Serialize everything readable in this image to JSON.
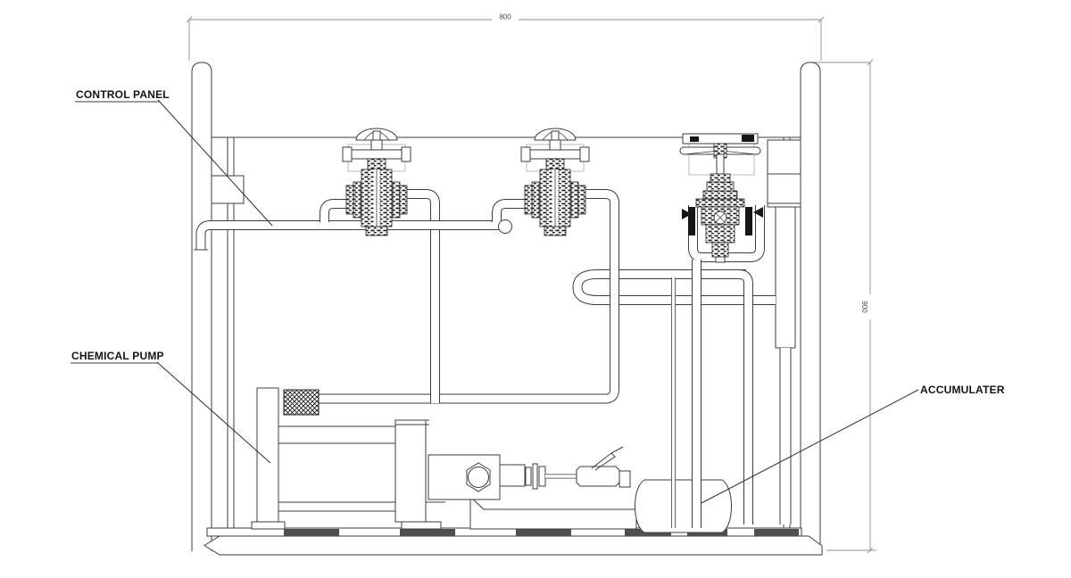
{
  "drawing": {
    "labels": {
      "control_panel": "CONTROL PANEL",
      "chemical_pump": "CHEMICAL PUMP",
      "accumulator": "ACCUMULATER"
    },
    "dimensions": {
      "overall_width": "800",
      "overall_height": "900"
    },
    "components": [
      "skid-frame",
      "control-panel-enclosure",
      "globe-valve",
      "globe-valve",
      "gate-valve",
      "chemical-pump",
      "ball-valve",
      "accumulator",
      "piping"
    ],
    "colors": {
      "line": "#3d3d3d",
      "detail": "#1c1c1c",
      "pad": "#4f4f4f",
      "background": "#ffffff"
    }
  }
}
